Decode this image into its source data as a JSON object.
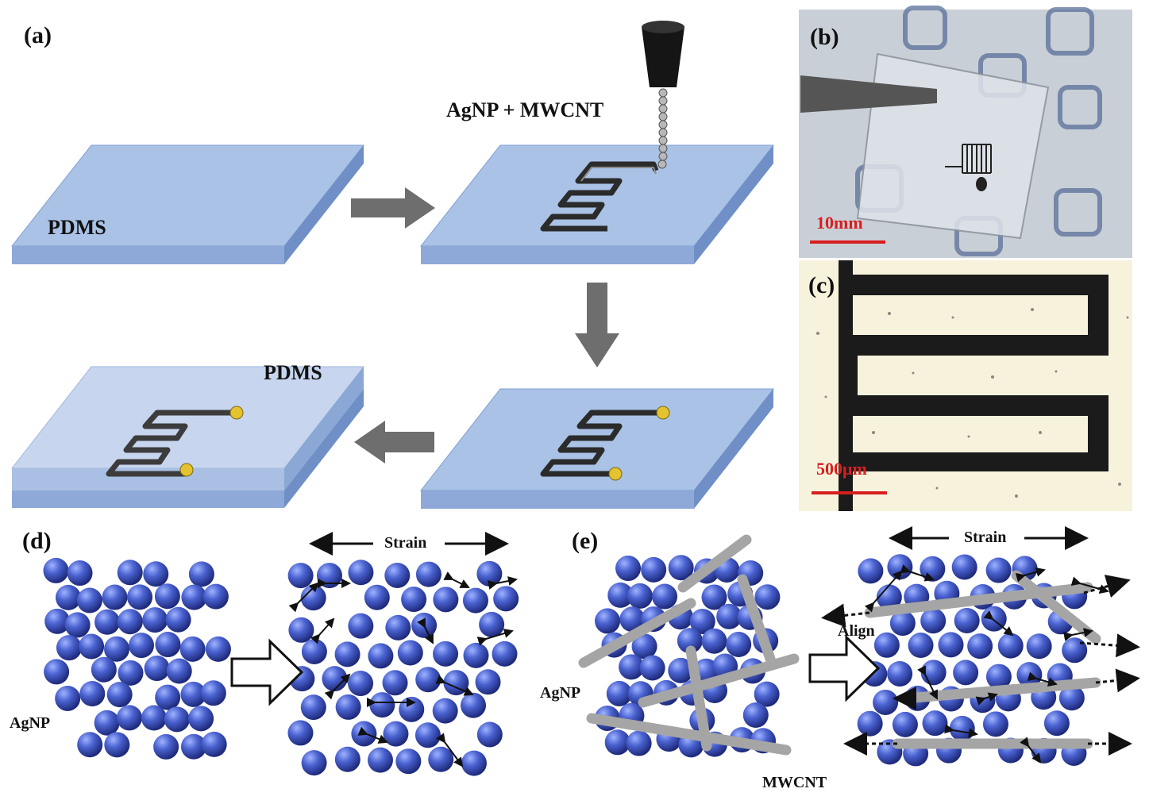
{
  "panels": {
    "a": {
      "letter": "(a)",
      "substrate_label": "PDMS",
      "ink_label": "AgNP + MWCNT",
      "cover_label": "PDMS"
    },
    "b": {
      "letter": "(b)",
      "scale_label": "10mm"
    },
    "c": {
      "letter": "(c)",
      "scale_label": "500μm"
    },
    "d": {
      "letter": "(d)",
      "strain_label": "Strain",
      "particle_label": "AgNP"
    },
    "e": {
      "letter": "(e)",
      "strain_label": "Strain",
      "particle_label": "AgNP",
      "tube_label": "MWCNT",
      "align_label": "Align"
    }
  },
  "colors": {
    "pdms_top": "#a9c2e6",
    "pdms_side": "#7f9fd1",
    "arrow_gray": "#6e6e6e",
    "particle": "#3b4fb8",
    "tube": "#a0a0a0",
    "scale_red": "#d81e1e"
  }
}
